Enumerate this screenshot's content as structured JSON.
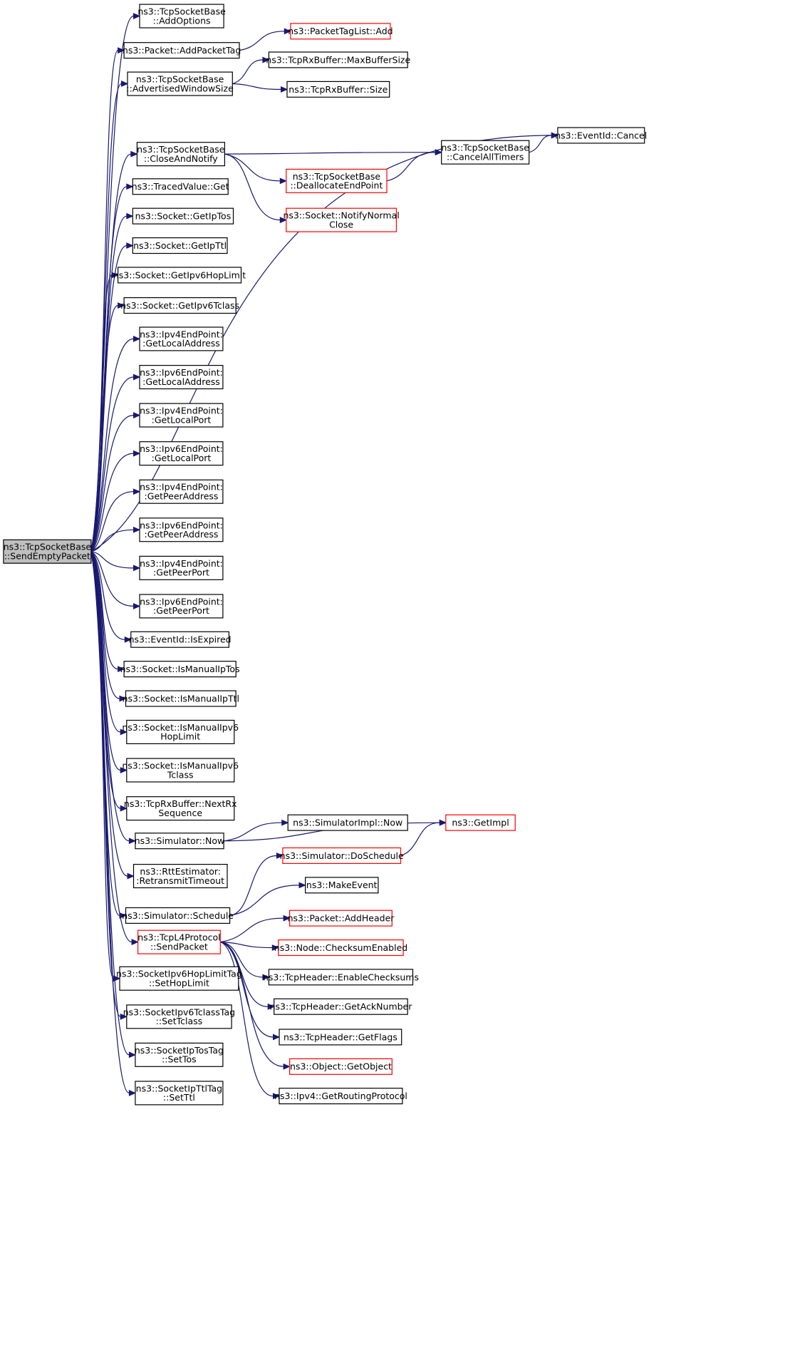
{
  "graph": {
    "edge_color": "#191970",
    "truncated_border_color": "#ff0000",
    "root_fill": "#bfbfbf",
    "root": {
      "id": "root",
      "lines": [
        "ns3::TcpSocketBase",
        "::SendEmptyPacket"
      ]
    },
    "nodes": [
      {
        "id": "addOptions",
        "lines": [
          "ns3::TcpSocketBase",
          "::AddOptions"
        ]
      },
      {
        "id": "addPacketTag",
        "lines": [
          "ns3::Packet::AddPacketTag"
        ]
      },
      {
        "id": "packetTagListAdd",
        "lines": [
          "ns3::PacketTagList::Add"
        ],
        "truncated": true
      },
      {
        "id": "advWindow",
        "lines": [
          "ns3::TcpSocketBase",
          "::AdvertisedWindowSize"
        ]
      },
      {
        "id": "maxBufSize",
        "lines": [
          "ns3::TcpRxBuffer::MaxBufferSize"
        ]
      },
      {
        "id": "rxSize",
        "lines": [
          "ns3::TcpRxBuffer::Size"
        ]
      },
      {
        "id": "eventCancel",
        "lines": [
          "ns3::EventId::Cancel"
        ]
      },
      {
        "id": "closeNotify",
        "lines": [
          "ns3::TcpSocketBase",
          "::CloseAndNotify"
        ]
      },
      {
        "id": "cancelTimers",
        "lines": [
          "ns3::TcpSocketBase",
          "::CancelAllTimers"
        ]
      },
      {
        "id": "deallocEP",
        "lines": [
          "ns3::TcpSocketBase",
          "::DeallocateEndPoint"
        ],
        "truncated": true
      },
      {
        "id": "notifyClose",
        "lines": [
          "ns3::Socket::NotifyNormal",
          "Close"
        ],
        "truncated": true
      },
      {
        "id": "tracedGet",
        "lines": [
          "ns3::TracedValue::Get"
        ]
      },
      {
        "id": "getIpTos",
        "lines": [
          "ns3::Socket::GetIpTos"
        ]
      },
      {
        "id": "getIpTtl",
        "lines": [
          "ns3::Socket::GetIpTtl"
        ]
      },
      {
        "id": "getIpv6Hop",
        "lines": [
          "ns3::Socket::GetIpv6HopLimit"
        ]
      },
      {
        "id": "getIpv6Tclass",
        "lines": [
          "ns3::Socket::GetIpv6Tclass"
        ]
      },
      {
        "id": "v4LocalAddr",
        "lines": [
          "ns3::Ipv4EndPoint:",
          ":GetLocalAddress"
        ]
      },
      {
        "id": "v6LocalAddr",
        "lines": [
          "ns3::Ipv6EndPoint:",
          ":GetLocalAddress"
        ]
      },
      {
        "id": "v4LocalPort",
        "lines": [
          "ns3::Ipv4EndPoint:",
          ":GetLocalPort"
        ]
      },
      {
        "id": "v6LocalPort",
        "lines": [
          "ns3::Ipv6EndPoint:",
          ":GetLocalPort"
        ]
      },
      {
        "id": "v4PeerAddr",
        "lines": [
          "ns3::Ipv4EndPoint:",
          ":GetPeerAddress"
        ]
      },
      {
        "id": "v6PeerAddr",
        "lines": [
          "ns3::Ipv6EndPoint:",
          ":GetPeerAddress"
        ]
      },
      {
        "id": "v4PeerPort",
        "lines": [
          "ns3::Ipv4EndPoint:",
          ":GetPeerPort"
        ]
      },
      {
        "id": "v6PeerPort",
        "lines": [
          "ns3::Ipv6EndPoint:",
          ":GetPeerPort"
        ]
      },
      {
        "id": "isExpired",
        "lines": [
          "ns3::EventId::IsExpired"
        ]
      },
      {
        "id": "isManTos",
        "lines": [
          "ns3::Socket::IsManualIpTos"
        ]
      },
      {
        "id": "isManTtl",
        "lines": [
          "ns3::Socket::IsManualIpTtl"
        ]
      },
      {
        "id": "isManHop",
        "lines": [
          "ns3::Socket::IsManualIpv6",
          "HopLimit"
        ]
      },
      {
        "id": "isManTclass",
        "lines": [
          "ns3::Socket::IsManualIpv6",
          "Tclass"
        ]
      },
      {
        "id": "nextRx",
        "lines": [
          "ns3::TcpRxBuffer::NextRx",
          "Sequence"
        ]
      },
      {
        "id": "simNow",
        "lines": [
          "ns3::Simulator::Now"
        ]
      },
      {
        "id": "simImplNow",
        "lines": [
          "ns3::SimulatorImpl::Now"
        ]
      },
      {
        "id": "getImpl",
        "lines": [
          "ns3::GetImpl"
        ],
        "truncated": true
      },
      {
        "id": "doSchedule",
        "lines": [
          "ns3::Simulator::DoSchedule"
        ],
        "truncated": true
      },
      {
        "id": "rtoEst",
        "lines": [
          "ns3::RttEstimator:",
          ":RetransmitTimeout"
        ]
      },
      {
        "id": "makeEvent",
        "lines": [
          "ns3::MakeEvent"
        ]
      },
      {
        "id": "simSchedule",
        "lines": [
          "ns3::Simulator::Schedule"
        ]
      },
      {
        "id": "addHeader",
        "lines": [
          "ns3::Packet::AddHeader"
        ],
        "truncated": true
      },
      {
        "id": "l4Send",
        "lines": [
          "ns3::TcpL4Protocol",
          "::SendPacket"
        ],
        "truncated": true
      },
      {
        "id": "checksumEn",
        "lines": [
          "ns3::Node::ChecksumEnabled"
        ],
        "truncated": true
      },
      {
        "id": "enableChk",
        "lines": [
          "ns3::TcpHeader::EnableChecksums"
        ]
      },
      {
        "id": "setHopLimit",
        "lines": [
          "ns3::SocketIpv6HopLimitTag",
          "::SetHopLimit"
        ]
      },
      {
        "id": "getAckNum",
        "lines": [
          "ns3::TcpHeader::GetAckNumber"
        ]
      },
      {
        "id": "setTclass",
        "lines": [
          "ns3::SocketIpv6TclassTag",
          "::SetTclass"
        ]
      },
      {
        "id": "getFlags",
        "lines": [
          "ns3::TcpHeader::GetFlags"
        ]
      },
      {
        "id": "setTos",
        "lines": [
          "ns3::SocketIpTosTag",
          "::SetTos"
        ]
      },
      {
        "id": "getObject",
        "lines": [
          "ns3::Object::GetObject"
        ],
        "truncated": true
      },
      {
        "id": "getRouting",
        "lines": [
          "ns3::Ipv4::GetRoutingProtocol"
        ]
      },
      {
        "id": "setTtl",
        "lines": [
          "ns3::SocketIpTtlTag",
          "::SetTtl"
        ]
      }
    ],
    "edges": [
      [
        "root",
        "addOptions"
      ],
      [
        "root",
        "addPacketTag"
      ],
      [
        "root",
        "advWindow"
      ],
      [
        "root",
        "eventCancel"
      ],
      [
        "root",
        "closeNotify"
      ],
      [
        "root",
        "tracedGet"
      ],
      [
        "root",
        "getIpTos"
      ],
      [
        "root",
        "getIpTtl"
      ],
      [
        "root",
        "getIpv6Hop"
      ],
      [
        "root",
        "getIpv6Tclass"
      ],
      [
        "root",
        "v4LocalAddr"
      ],
      [
        "root",
        "v6LocalAddr"
      ],
      [
        "root",
        "v4LocalPort"
      ],
      [
        "root",
        "v6LocalPort"
      ],
      [
        "root",
        "v4PeerAddr"
      ],
      [
        "root",
        "v6PeerAddr"
      ],
      [
        "root",
        "v4PeerPort"
      ],
      [
        "root",
        "v6PeerPort"
      ],
      [
        "root",
        "isExpired"
      ],
      [
        "root",
        "isManTos"
      ],
      [
        "root",
        "isManTtl"
      ],
      [
        "root",
        "isManHop"
      ],
      [
        "root",
        "isManTclass"
      ],
      [
        "root",
        "nextRx"
      ],
      [
        "root",
        "simNow"
      ],
      [
        "root",
        "rtoEst"
      ],
      [
        "root",
        "simSchedule"
      ],
      [
        "root",
        "l4Send"
      ],
      [
        "root",
        "setHopLimit"
      ],
      [
        "root",
        "setTclass"
      ],
      [
        "root",
        "setTos"
      ],
      [
        "root",
        "setTtl"
      ],
      [
        "addPacketTag",
        "packetTagListAdd"
      ],
      [
        "advWindow",
        "maxBufSize"
      ],
      [
        "advWindow",
        "rxSize"
      ],
      [
        "closeNotify",
        "cancelTimers"
      ],
      [
        "closeNotify",
        "deallocEP"
      ],
      [
        "closeNotify",
        "notifyClose"
      ],
      [
        "cancelTimers",
        "eventCancel"
      ],
      [
        "deallocEP",
        "cancelTimers"
      ],
      [
        "simNow",
        "getImpl"
      ],
      [
        "simNow",
        "simImplNow"
      ],
      [
        "doSchedule",
        "getImpl"
      ],
      [
        "simSchedule",
        "doSchedule"
      ],
      [
        "simSchedule",
        "makeEvent"
      ],
      [
        "l4Send",
        "addHeader"
      ],
      [
        "l4Send",
        "checksumEn"
      ],
      [
        "l4Send",
        "enableChk"
      ],
      [
        "l4Send",
        "getAckNum"
      ],
      [
        "l4Send",
        "getFlags"
      ],
      [
        "l4Send",
        "getObject"
      ],
      [
        "l4Send",
        "getRouting"
      ]
    ]
  }
}
